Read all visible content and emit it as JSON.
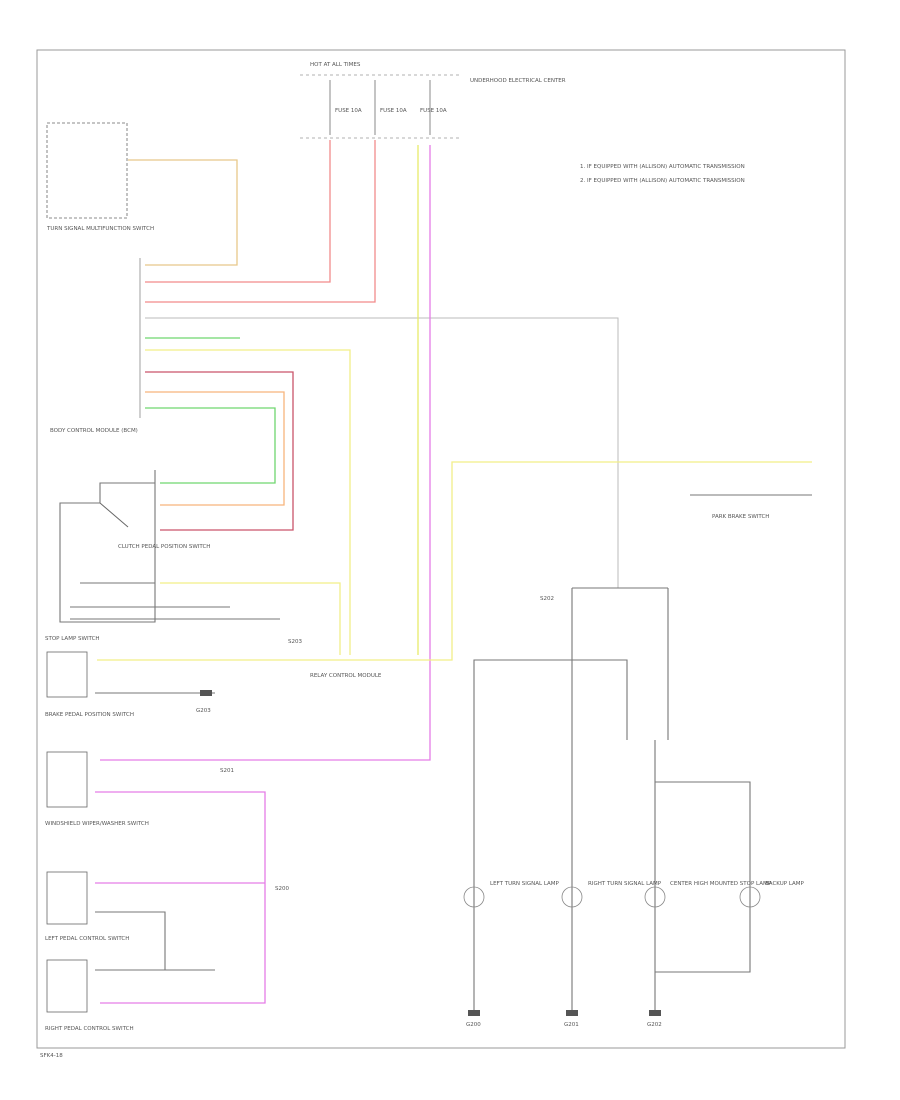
{
  "diagram": {
    "note_lines": [
      "1. IF EQUIPPED WITH (ALLISON) AUTOMATIC TRANSMISSION",
      "2. IF EQUIPPED WITH (ALLISON) AUTOMATIC TRANSMISSION"
    ],
    "footer": "SFK4-18",
    "fuse_block": "HOT AT ALL TIMES",
    "underhood": "UNDERHOOD ELECTRICAL CENTER",
    "fuses": [
      "FUSE 10A",
      "FUSE 10A",
      "FUSE 10A"
    ],
    "components": {
      "turn_signal": "TURN SIGNAL MULTIFUNCTION SWITCH",
      "body_control": "BODY CONTROL MODULE (BCM)",
      "clutch_switch": "CLUTCH PEDAL POSITION SWITCH",
      "stop_lamp_switch": "STOP LAMP SWITCH",
      "brake_switch": "BRAKE PEDAL POSITION SWITCH",
      "windshield": "WINDSHIELD WIPER/WASHER SWITCH",
      "left_pedal": "LEFT PEDAL CONTROL SWITCH",
      "right_pedal": "RIGHT PEDAL CONTROL SWITCH",
      "relay": "RELAY CONTROL MODULE",
      "park_brake": "PARK BRAKE SWITCH",
      "ltr": "LEFT TURN SIGNAL LAMP",
      "rtr": "RIGHT TURN SIGNAL LAMP",
      "ctr1": "CENTER HIGH MOUNTED STOP LAMP",
      "ctr2": "BACKUP LAMP"
    },
    "grounds": [
      "G200",
      "G201",
      "G202",
      "G203"
    ],
    "splices": [
      "S200",
      "S201",
      "S202",
      "S203"
    ]
  }
}
